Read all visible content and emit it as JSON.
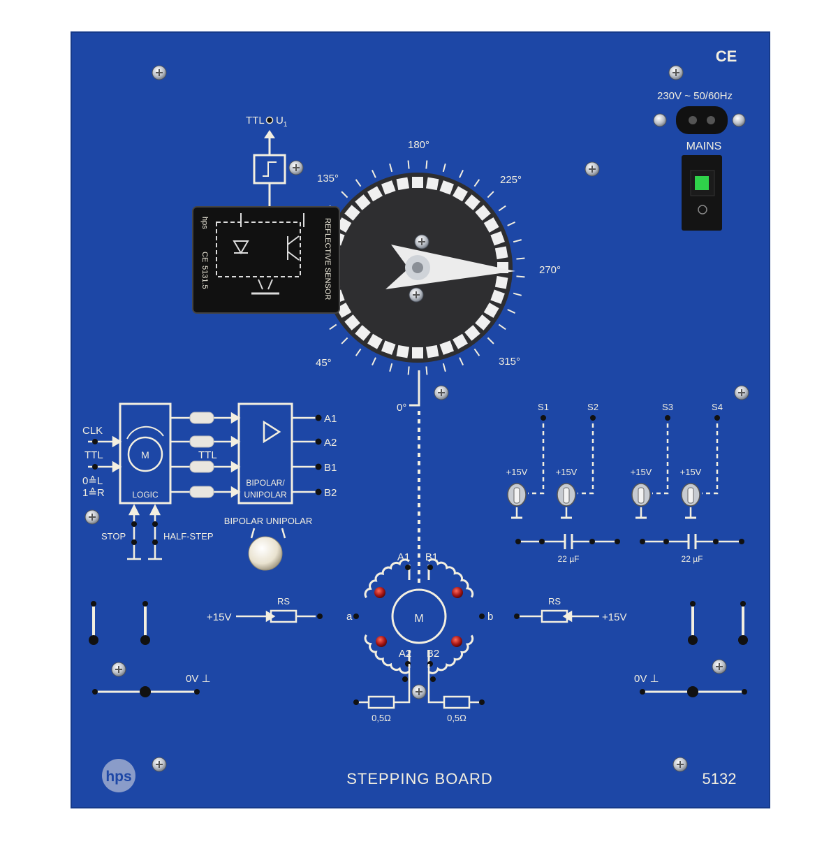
{
  "board": {
    "ce_mark": "CE",
    "title": "STEPPING BOARD",
    "model": "5132",
    "brand_logo": "hps",
    "colors": {
      "panel": "#1d47a6",
      "print": "#f3efe0",
      "disc": "#2e2e30"
    }
  },
  "power": {
    "rating": "230V ~ 50/60Hz",
    "switch_label": "MAINS"
  },
  "sensor": {
    "output_label": "TTL",
    "output_name": "U",
    "output_sub": "1",
    "module_brand": "hps",
    "module_title": "REFLECTIVE SENSOR",
    "module_number": "5131.5",
    "module_ce": "CE"
  },
  "dial": {
    "angle_labels": [
      "0°",
      "45°",
      "135°",
      "180°",
      "225°",
      "270°",
      "315°"
    ]
  },
  "logic": {
    "inputs": [
      "CLK",
      "TTL",
      "0≙L",
      "1≙R"
    ],
    "block_label": "LOGIC",
    "motor_symbol": "M",
    "bus_label": "TTL",
    "driver_label_1": "BIPOLAR/",
    "driver_label_2": "UNIPOLAR",
    "outputs": [
      "A1",
      "A2",
      "B1",
      "B2"
    ],
    "stop_label": "STOP",
    "halfstep_label": "HALF-STEP",
    "mode_knob_label": "BIPOLAR UNIPOLAR"
  },
  "switches": {
    "sense_outputs": [
      "S1",
      "S2",
      "S3",
      "S4"
    ],
    "supply_labels": [
      "+15V",
      "+15V",
      "+15V",
      "+15V"
    ],
    "capacitor_labels": [
      "22 µF",
      "22 µF"
    ]
  },
  "motor": {
    "coil_labels_top": [
      "A1",
      "B1"
    ],
    "coil_labels_bottom": [
      "A2",
      "B2"
    ],
    "center_tap_left": "a",
    "center_tap_right": "b",
    "symbol": "M",
    "resistor_label": "RS",
    "supply_left": "+15V",
    "supply_right": "+15V",
    "shunt_labels": [
      "0,5Ω",
      "0,5Ω"
    ]
  },
  "ground": {
    "left_label": "0V ⊥",
    "right_label": "0V ⊥"
  }
}
